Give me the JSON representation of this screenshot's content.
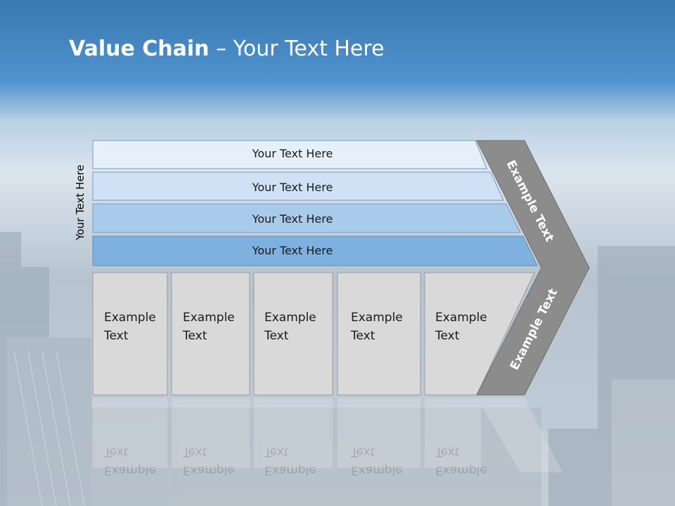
{
  "slide": {
    "title_bold": "Value Chain",
    "title_rest": " – Your Text Here"
  },
  "support_bars": [
    {
      "label": "Your Text Here",
      "color": "#e6f0fa"
    },
    {
      "label": "Your Text Here",
      "color": "#cfe1f5"
    },
    {
      "label": "Your Text Here",
      "color": "#a9cbeb"
    },
    {
      "label": "Your Text Here",
      "color": "#7eb0e0"
    }
  ],
  "side_label": "Your Text Here",
  "primary_boxes": [
    {
      "label_line1": "Example",
      "label_line2": "Text"
    },
    {
      "label_line1": "Example",
      "label_line2": "Text"
    },
    {
      "label_line1": "Example",
      "label_line2": "Text"
    },
    {
      "label_line1": "Example",
      "label_line2": "Text"
    },
    {
      "label_line1": "Example",
      "label_line2": "Text"
    }
  ],
  "margin_arrow": {
    "upper_label": "Example Text",
    "lower_label": "Example Text",
    "color": "#8c8c8c"
  },
  "colors": {
    "sky_top": "#3f86c6",
    "box_fill": "#d9d9d9",
    "title": "#ffffff"
  }
}
